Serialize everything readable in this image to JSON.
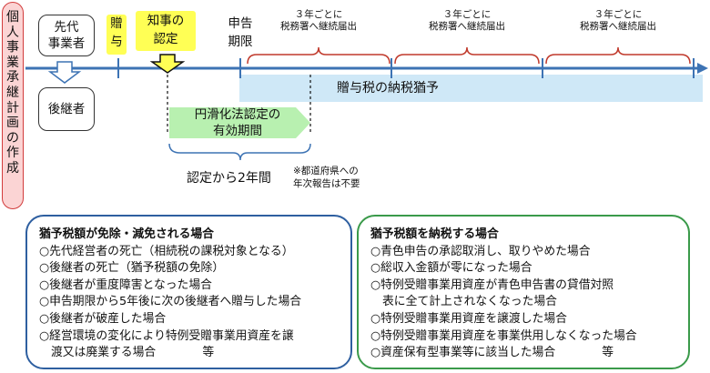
{
  "vertical_label": "個人事業承継計画の作成",
  "predecessor_box": {
    "line1": "先代",
    "line2": "事業者"
  },
  "successor_box": "後継者",
  "gift_label": {
    "line1": "贈",
    "line2": "与"
  },
  "governor_label": {
    "line1": "知事の",
    "line2": "認定"
  },
  "filing_deadline_label": {
    "line1": "申告",
    "line2": "期限"
  },
  "continuation_labels": [
    {
      "line1": "３年ごとに",
      "line2": "税務署へ継続届出"
    },
    {
      "line1": "３年ごとに",
      "line2": "税務署へ継続届出"
    },
    {
      "line1": "３年ごとに",
      "line2": "税務署へ継続届出"
    }
  ],
  "deferral_band_label": "贈与税の納税猶予",
  "validity_pill": {
    "line1": "円滑化法認定の",
    "line2": "有効期間"
  },
  "two_years_label": "認定から2年間",
  "annual_report_note": {
    "line1": "※都道府県への",
    "line2": "年次報告は不要"
  },
  "exemption_panel": {
    "title": "猶予税額が免除・減免される場合",
    "items": [
      {
        "text": "○先代経営者の死亡（相続税の課税対象となる）"
      },
      {
        "text": "○後継者の死亡（猶予税額の免除）"
      },
      {
        "text": "○後継者が重度障害となった場合"
      },
      {
        "text": "○申告期限から5年後に次の後継者へ贈与した場合"
      },
      {
        "text": "○後継者が破産した場合"
      },
      {
        "text": "○経営環境の変化により特例受贈事業用資産を譲",
        "cont": "渡又は廃業する場合　　　　等"
      }
    ]
  },
  "payment_panel": {
    "title": "猶予税額を納税する場合",
    "items": [
      {
        "text": "○青色申告の承認取消し、取りやめた場合"
      },
      {
        "text": "○総収入金額が零になった場合"
      },
      {
        "text": "○特例受贈事業用資産が青色申告書の貸借対照",
        "cont": "表に全て計上されなくなった場合"
      },
      {
        "text": "○特例受贈事業用資産を譲渡した場合"
      },
      {
        "text": "○特例受贈事業用資産を事業供用しなくなった場合"
      },
      {
        "text": "○資産保有型事業等に該当した場合　　　　等"
      }
    ]
  },
  "colors": {
    "timeline_blue": "#3d73b4",
    "band_light_blue": "#cfe8f7",
    "bracket_red": "#c0392b",
    "pill_green": "#b8f0b0",
    "panel_blue": "#2e5fa0",
    "panel_green": "#3a9a4a",
    "yellow": "#ffff55",
    "vertical_pink": "#fbd4d4"
  }
}
